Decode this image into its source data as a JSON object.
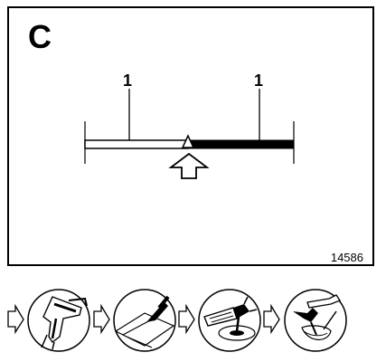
{
  "figure": {
    "panel_letter": "C",
    "reference_number": "14586"
  },
  "callouts": {
    "left_label": "1",
    "right_label": "1"
  },
  "procedure_strip": {
    "steps": [
      {
        "icon": "caulking-gun-icon"
      },
      {
        "icon": "scraper-knife-icon"
      },
      {
        "icon": "hammer-drill-icon"
      },
      {
        "icon": "spray-gun-icon"
      }
    ]
  }
}
